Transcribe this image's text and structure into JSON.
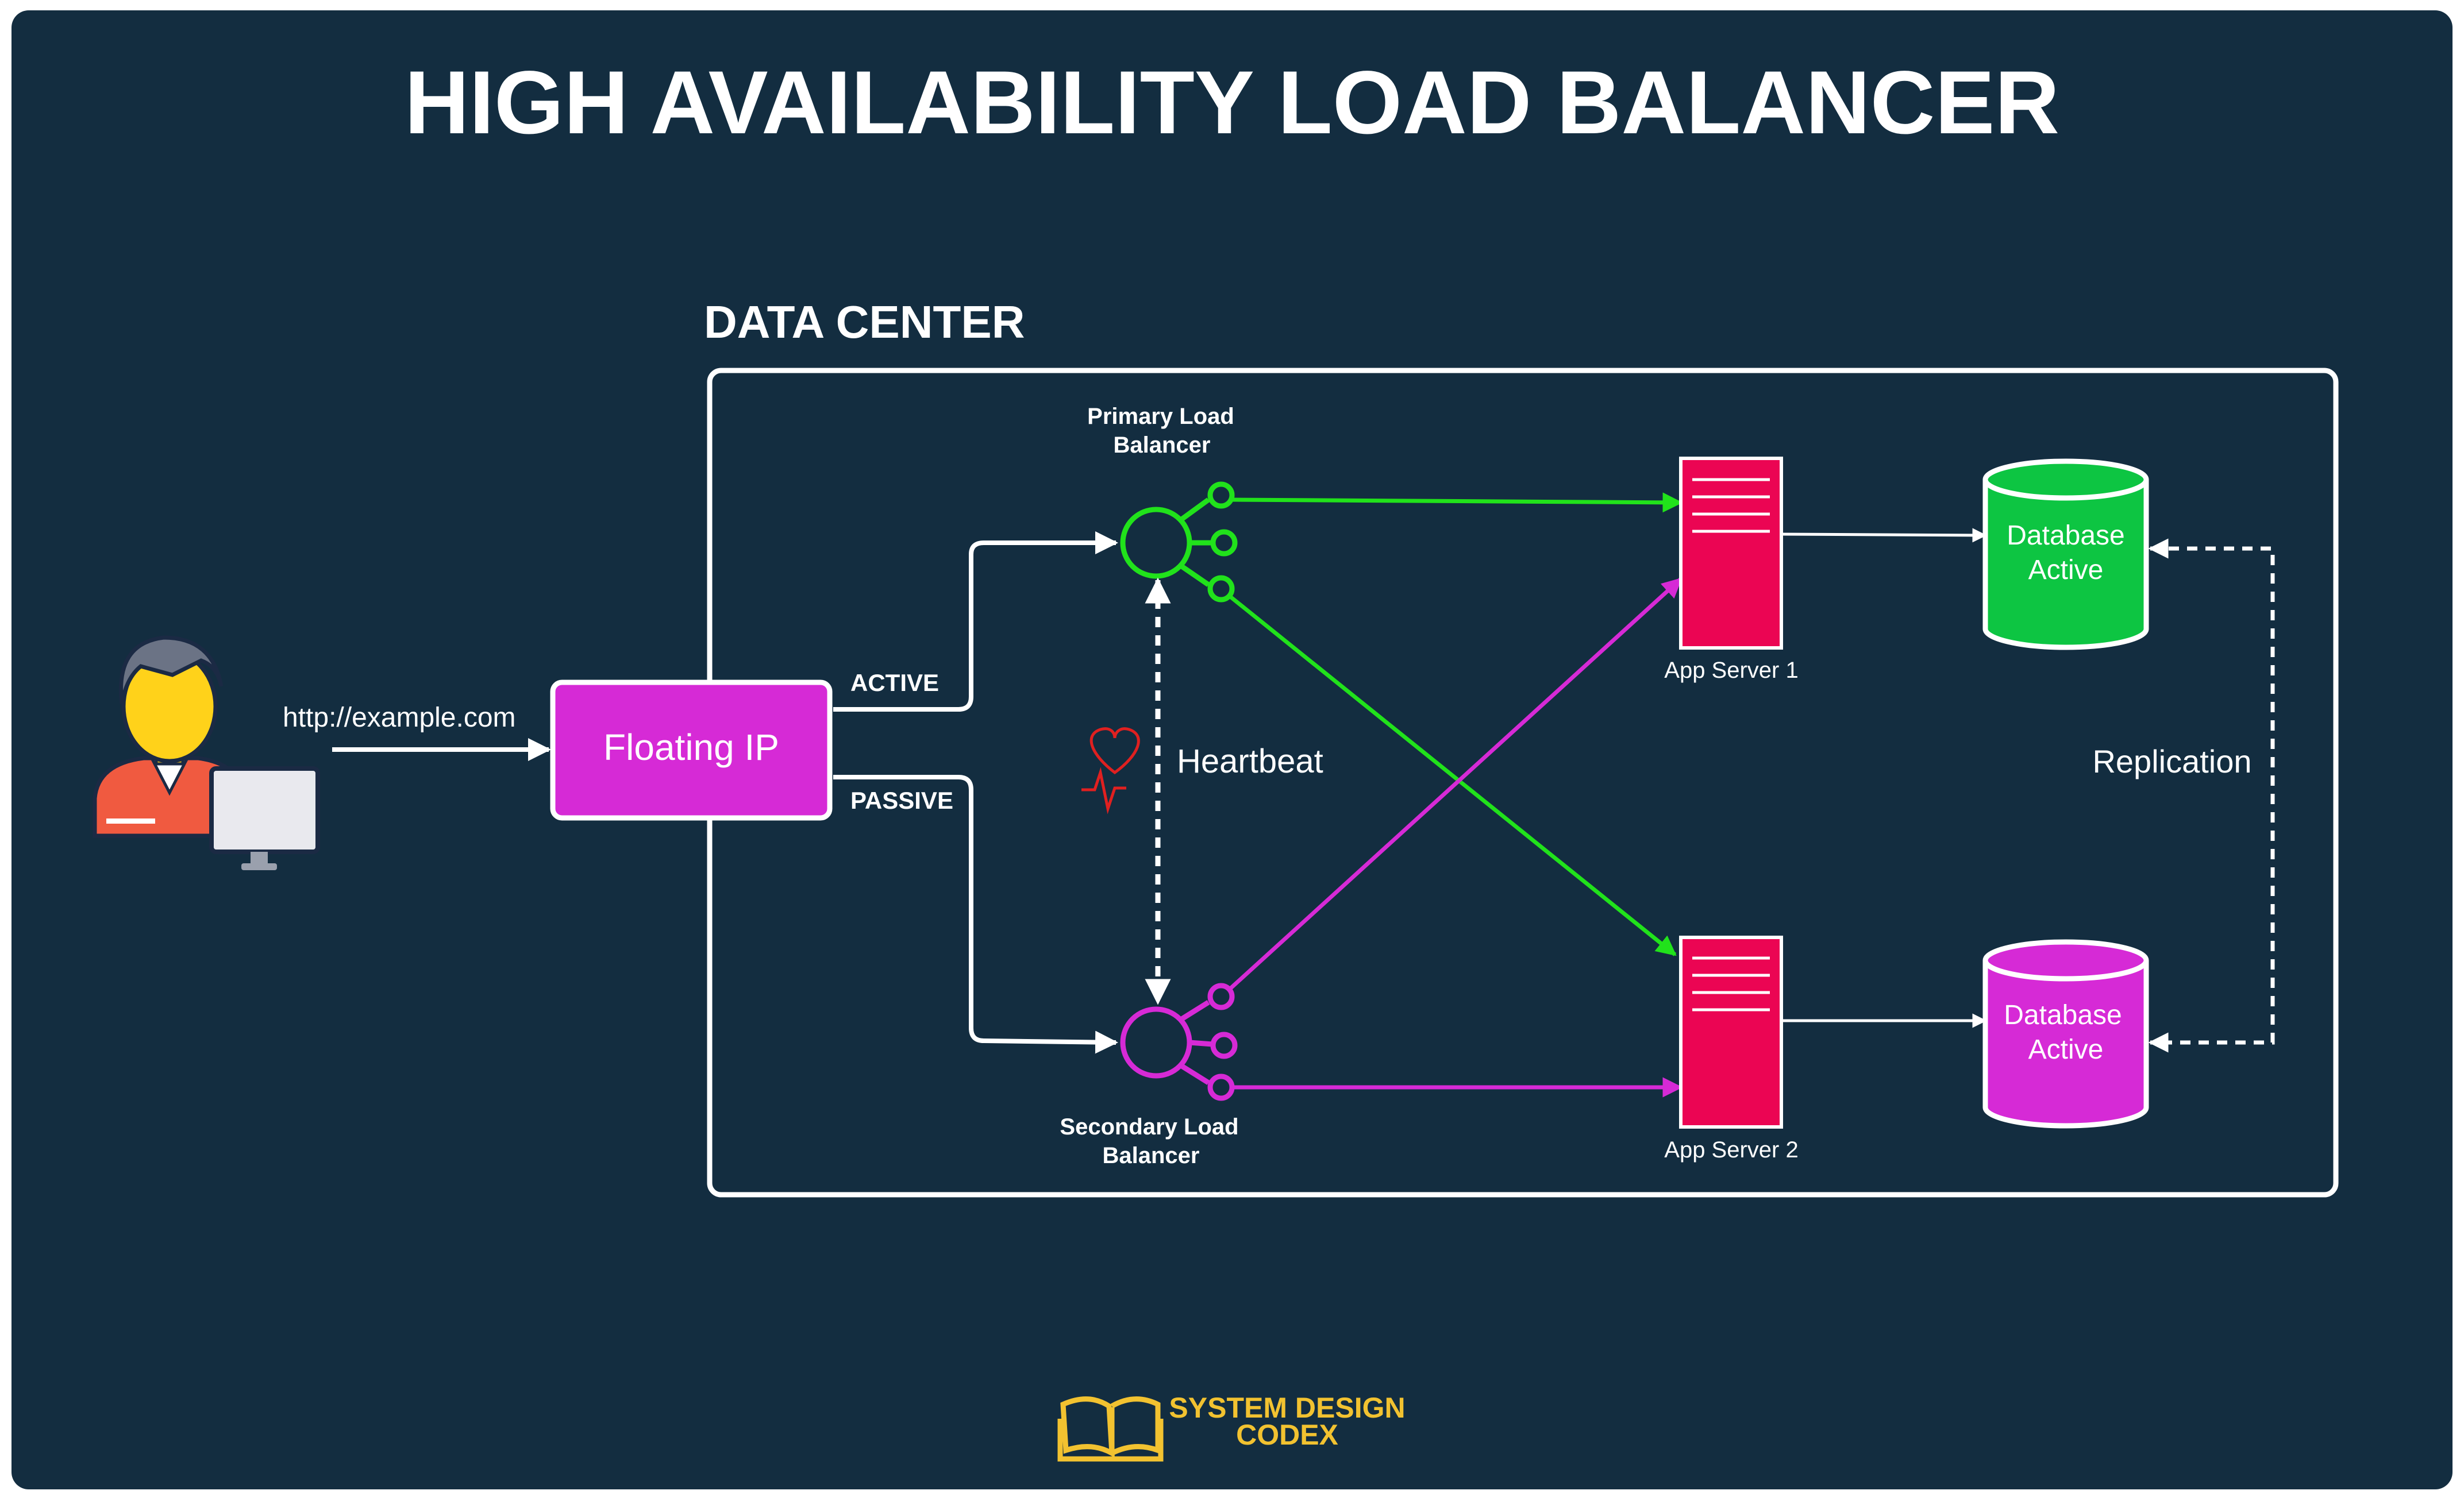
{
  "title": "HIGH AVAILABILITY LOAD BALANCER",
  "data_center_label": "DATA CENTER",
  "client": {
    "url": "http://example.com",
    "icon": "user-at-computer-icon"
  },
  "floating_ip": {
    "label": "Floating IP"
  },
  "paths": {
    "active": "ACTIVE",
    "passive": "PASSIVE"
  },
  "primary_lb": {
    "line1": "Primary Load",
    "line2": "Balancer"
  },
  "secondary_lb": {
    "line1": "Secondary Load",
    "line2": "Balancer"
  },
  "heartbeat": {
    "label": "Heartbeat",
    "icon": "heartbeat-icon"
  },
  "app_server_1": {
    "label": "App Server 1"
  },
  "app_server_2": {
    "label": "App Server 2"
  },
  "database_1": {
    "line1": "Database",
    "line2": "Active"
  },
  "database_2": {
    "line1": "Database",
    "line2": "Active"
  },
  "replication": {
    "label": "Replication"
  },
  "logo": {
    "line1": "SYSTEM DESIGN",
    "line2": "CODEX",
    "icon": "open-book-icon"
  },
  "colors": {
    "background": "#132d40",
    "primary": "#21e21b",
    "secondary": "#d62ad6",
    "server": "#eb0553",
    "floating_ip": "#d62ad6",
    "db_active": "#0dc542",
    "db_replica": "#d62ad6",
    "logo": "#f2c230"
  }
}
